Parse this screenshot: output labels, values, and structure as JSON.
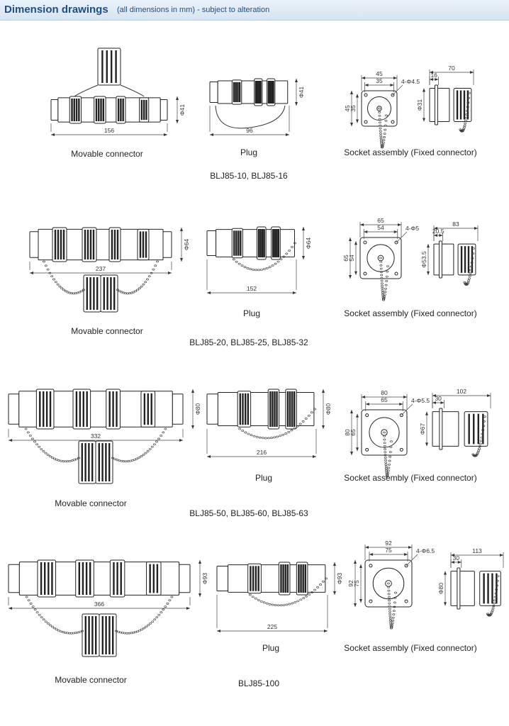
{
  "header": {
    "title": "Dimension drawings",
    "subtitle": "(all dimensions in mm) - subject to alteration"
  },
  "sections": [
    {
      "series": "BLJ85-10, BLJ85-16",
      "movable": {
        "label": "Movable connector",
        "length": "156",
        "dia": "Φ41"
      },
      "plug": {
        "label": "Plug",
        "length": "96",
        "dia": "Φ41"
      },
      "socket": {
        "label": "Socket assembly (Fixed connector)",
        "w_outer": "45",
        "w_inner": "35",
        "holes": "4-Φ4.5",
        "h_outer": "45",
        "h_inner": "35",
        "side_len": "70",
        "side_flange": "16",
        "side_dia": "Φ31"
      }
    },
    {
      "series": "BLJ85-20, BLJ85-25, BLJ85-32",
      "movable": {
        "label": "Movable connector",
        "length": "237",
        "dia": "Φ64"
      },
      "plug": {
        "label": "Plug",
        "length": "152",
        "dia": "Φ64"
      },
      "socket": {
        "label": "Socket assembly (Fixed connector)",
        "w_outer": "65",
        "w_inner": "54",
        "holes": "4-Φ5",
        "h_outer": "65",
        "h_inner": "54",
        "side_len": "83",
        "side_flange": "20.5",
        "side_dia": "Φ53.5"
      }
    },
    {
      "series": "BLJ85-50, BLJ85-60, BLJ85-63",
      "movable": {
        "label": "Movable connector",
        "length": "332",
        "dia": "Φ80"
      },
      "plug": {
        "label": "Plug",
        "length": "216",
        "dia": "Φ80"
      },
      "socket": {
        "label": "Socket assembly (Fixed connector)",
        "w_outer": "80",
        "w_inner": "65",
        "holes": "4-Φ5.5",
        "h_outer": "80",
        "h_inner": "65",
        "side_len": "102",
        "side_flange": "30",
        "side_dia": "Φ67"
      }
    },
    {
      "series": "BLJ85-100",
      "movable": {
        "label": "Movable connector",
        "length": "366",
        "dia": "Φ93"
      },
      "plug": {
        "label": "Plug",
        "length": "225",
        "dia": "Φ93"
      },
      "socket": {
        "label": "Socket assembly (Fixed connector)",
        "w_outer": "92",
        "w_inner": "75",
        "holes": "4-Φ6.5",
        "h_outer": "92",
        "h_inner": "75",
        "side_len": "113",
        "side_flange": "30",
        "side_dia": "Φ80"
      }
    }
  ]
}
